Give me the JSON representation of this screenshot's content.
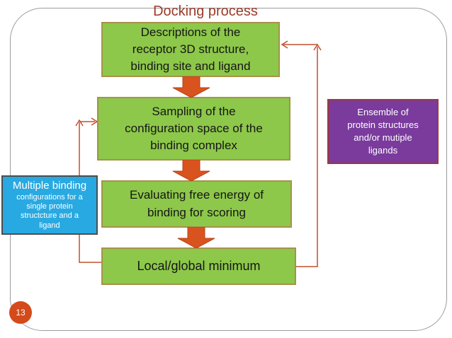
{
  "slide": {
    "title": "Docking process",
    "page_number": "13"
  },
  "flow": [
    {
      "name": "descriptions",
      "lines": [
        "Descriptions of the",
        "receptor 3D structure,",
        "binding site and ligand"
      ]
    },
    {
      "name": "sampling",
      "lines": [
        "Sampling of the",
        "configuration space of the",
        "binding complex"
      ]
    },
    {
      "name": "evaluating",
      "lines": [
        "Evaluating free energy of",
        "binding for scoring"
      ]
    },
    {
      "name": "minimum",
      "lines": [
        "Local/global minimum"
      ]
    }
  ],
  "annotations": {
    "multiple_binding": {
      "heading": "Multiple binding",
      "lines": [
        "configurations for a",
        "single protein",
        "structcture and a",
        "ligand"
      ]
    },
    "ensemble": {
      "lines": [
        "Ensemble of",
        "protein structures",
        "and/or mutiple",
        "ligands"
      ]
    }
  },
  "icons": {
    "down_arrow": "block-arrow-down",
    "feedback_left": "elbow-connector-up-right-arrow",
    "feedback_right": "elbow-connector-up-left-arrow"
  },
  "colors": {
    "title_text": "#9c3a28",
    "process_box_fill": "#8dc84a",
    "process_box_border": "#a6924a",
    "process_box_text": "#161616",
    "blue_note_fill": "#29a9e1",
    "blue_note_border": "#4d4d4d",
    "purple_note_fill": "#7a3b9d",
    "purple_note_border": "#9e3b32",
    "block_arrow_fill": "#d9531e",
    "block_arrow_outline": "#b5431a",
    "connector_line": "#c1502e",
    "page_badge_fill": "#d44a1a",
    "frame_border": "#9b9b9b"
  }
}
